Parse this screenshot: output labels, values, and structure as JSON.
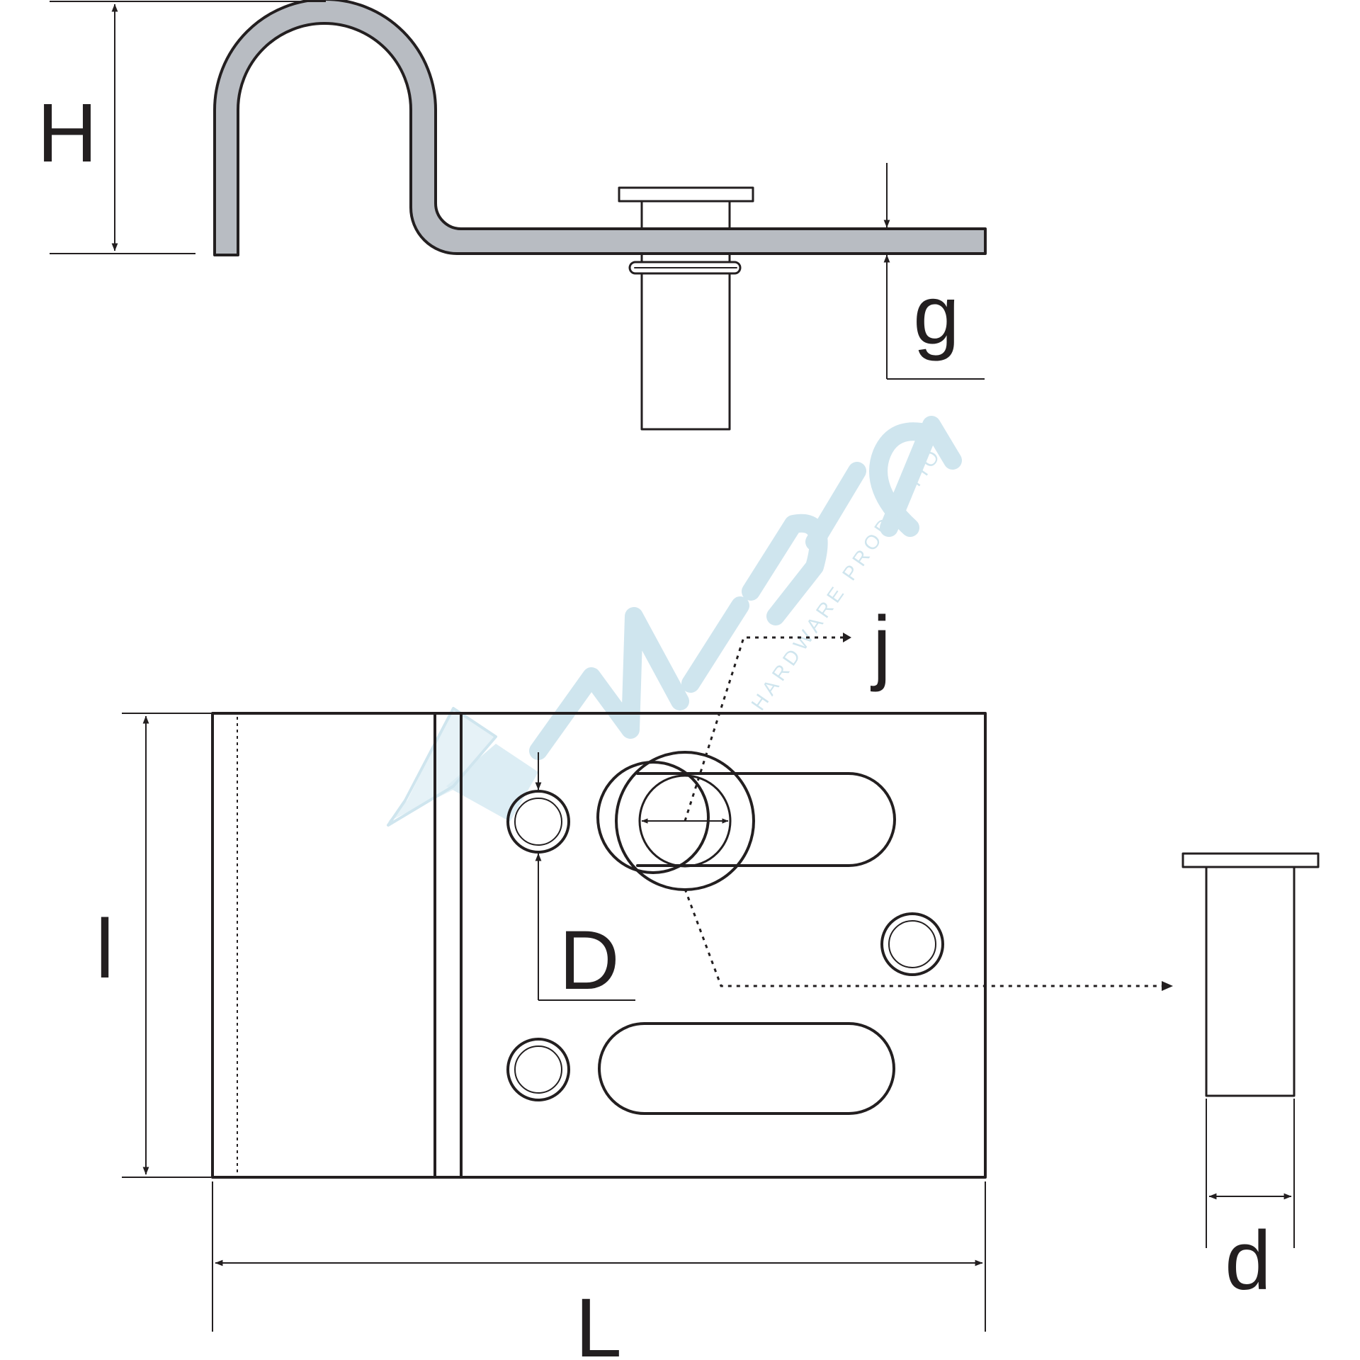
{
  "labels": {
    "H": "H",
    "g": "g",
    "j": "j",
    "l": "l",
    "D": "D",
    "L": "L",
    "d": "d"
  },
  "watermark": {
    "brand": "MIDICA",
    "tagline": "HARDWARE PRODUCTION"
  },
  "colors": {
    "line": "#231f20",
    "steel": "#b8bcc2",
    "watermark": "#cfe5ee"
  }
}
